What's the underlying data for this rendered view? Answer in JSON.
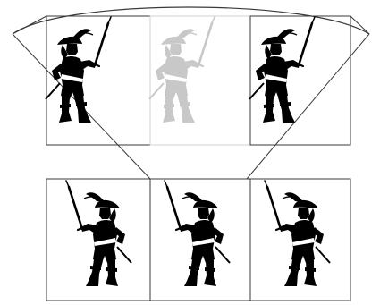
{
  "diagram": {
    "top_frames": [
      {
        "id": "left",
        "figure_facing": "right",
        "state": "normal"
      },
      {
        "id": "center",
        "figure_facing": "right",
        "state": "faded"
      },
      {
        "id": "right",
        "figure_facing": "right",
        "state": "normal"
      }
    ],
    "bottom_frames": [
      {
        "id": "left",
        "figure_facing": "left",
        "state": "normal"
      },
      {
        "id": "center",
        "figure_facing": "left",
        "state": "normal"
      },
      {
        "id": "right",
        "figure_facing": "left",
        "state": "normal"
      }
    ],
    "colors": {
      "line": "#3a3a3a",
      "figure": "#000000",
      "faded_figure": "#c8c8c8",
      "background": "#ffffff"
    },
    "icons": {
      "figure": "musketeer-swordsman-icon"
    }
  }
}
